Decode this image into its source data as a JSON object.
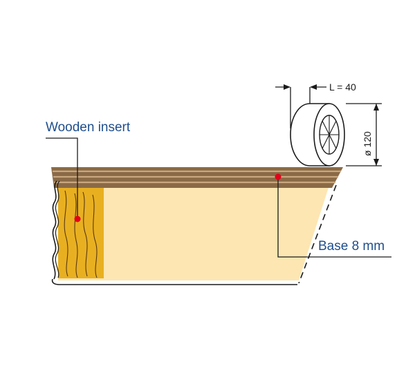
{
  "callouts": {
    "wooden_insert": "Wooden insert",
    "base": "Base 8 mm"
  },
  "dimensions": {
    "length": "L = 40",
    "diameter": "ø 120"
  },
  "colors": {
    "panel_fill": "#fde6b2",
    "wood_fill": "#e8b021",
    "top_band": "#8a6a46",
    "top_stripe": "#c9a77f",
    "marker": "#e3001b",
    "outline": "#1a1a1a",
    "leader": "#1a1a1a",
    "label_text": "#1f4e8c"
  }
}
